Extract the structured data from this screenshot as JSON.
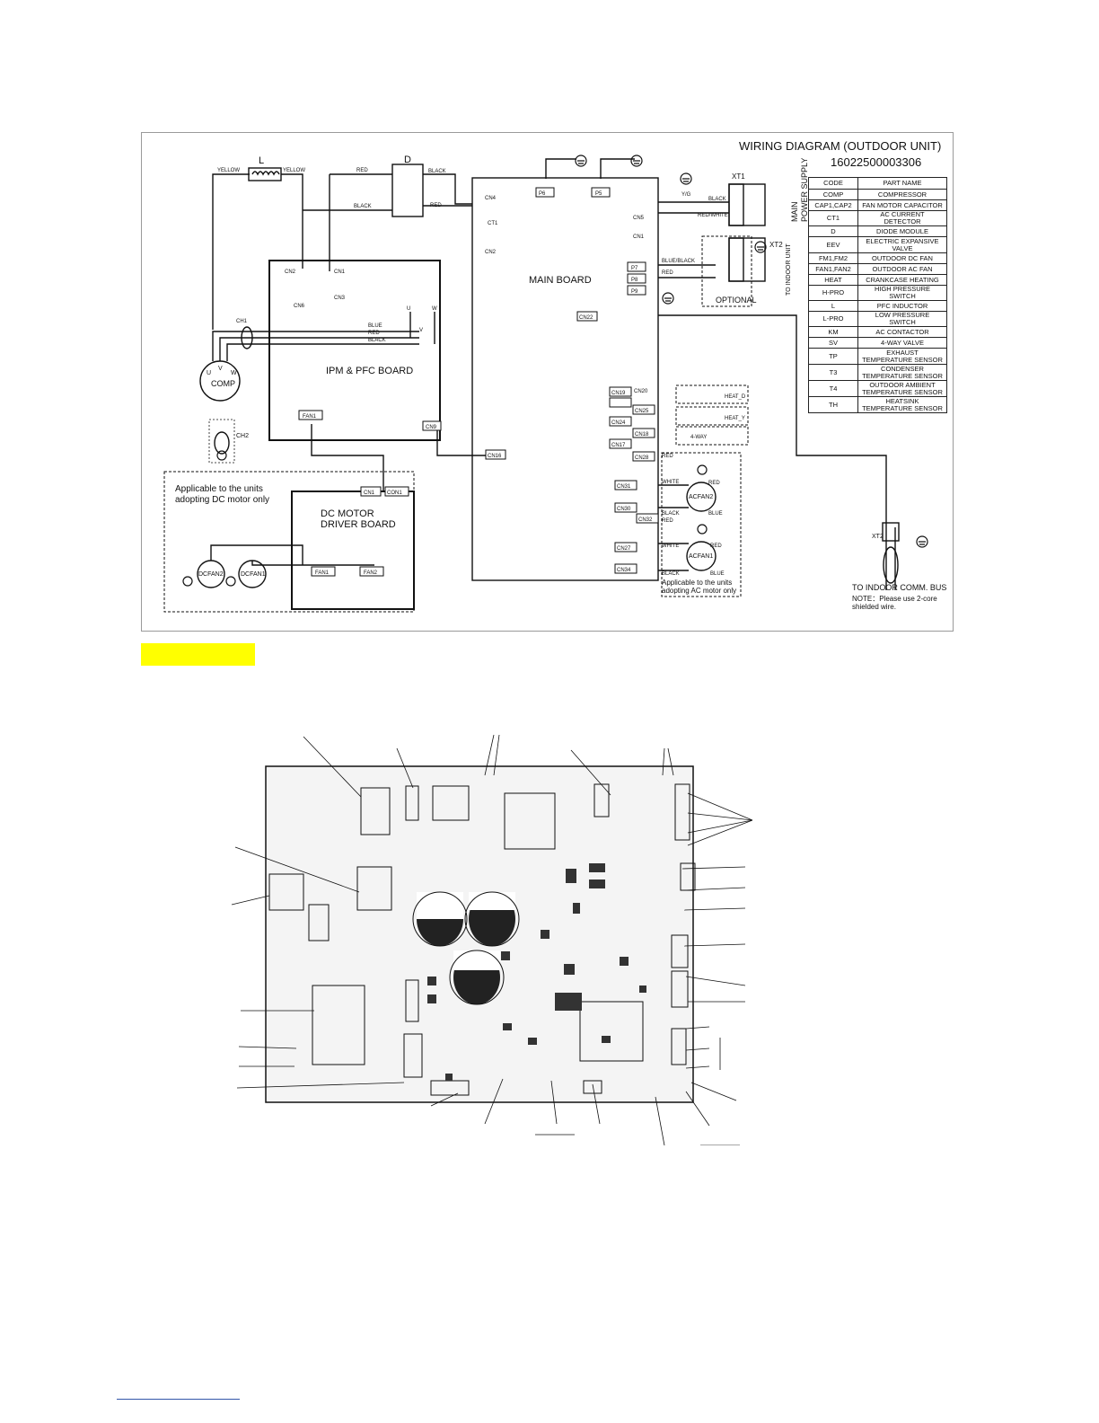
{
  "diagram": {
    "title": "WIRING DIAGRAM (OUTDOOR UNIT)",
    "code_number": "16022500003306",
    "boards": {
      "main": "MAIN BOARD",
      "ipm": "IPM & PFC BOARD",
      "dc_driver_line1": "DC MOTOR",
      "dc_driver_line2": "DRIVER BOARD"
    },
    "components": {
      "inductor": "L",
      "diode": "D",
      "compressor": "COMP",
      "comp_phases": [
        "U",
        "V",
        "W"
      ],
      "terminal_xt1": "XT1",
      "terminal_xt2": "XT2",
      "optional": "OPTIONAL",
      "heat_d": "HEAT_D",
      "heat_y": "HEAT_Y",
      "four_way": "4-WAY",
      "acfan2": "ACFAN2",
      "acfan1": "ACFAN1",
      "dcfan2": "DCFAN2",
      "dcfan1": "DCFAN1",
      "ch1": "CH1",
      "ch2": "CH2",
      "ct1": "CT1"
    },
    "connectors": {
      "cn1": "CN1",
      "cn2": "CN2",
      "cn3": "CN3",
      "cn4": "CN4",
      "cn5": "CN5",
      "cn6": "CN6",
      "cn9": "CN9",
      "cn16": "CN16",
      "cn17": "CN17",
      "cn18": "CN18",
      "cn19": "CN19",
      "cn20": "CN20",
      "cn22": "CN22",
      "cn24": "CN24",
      "cn25": "CN25",
      "cn27": "CN27",
      "cn28": "CN28",
      "cn30": "CN30",
      "cn31": "CN31",
      "cn32": "CN32",
      "cn34": "CN34",
      "con1": "CON1",
      "fan1": "FAN1",
      "fan2": "FAN2",
      "p5": "P5",
      "p6": "P6",
      "p7": "P7",
      "p8": "P8",
      "p9": "P9",
      "u": "U",
      "w": "W",
      "v": "V"
    },
    "wires": {
      "yellow": "YELLOW",
      "red": "RED",
      "black": "BLACK",
      "blue": "BLUE",
      "white": "WHITE",
      "yg": "Y/G",
      "red_white": "RED/WHITE",
      "blue_black": "BLUE/BLACK"
    },
    "side_labels": {
      "main_power_line1": "MAIN",
      "main_power_line2": "POWER SUPPLY",
      "to_indoor": "TO INDOOR UNIT",
      "indoor_bus": "TO INDOOR COMM. BUS"
    },
    "notes": {
      "dc_only_line1": "Applicable to the units",
      "dc_only_line2": "adopting DC  motor only",
      "ac_only_line1": "Applicable to the units",
      "ac_only_line2": "adopting AC  motor only",
      "shield_line1": "NOTE：Please use 2-core",
      "shield_line2": "shielded wire."
    },
    "legend": {
      "headers": [
        "CODE",
        "PART NAME"
      ],
      "rows": [
        [
          "COMP",
          "COMPRESSOR"
        ],
        [
          "CAP1,CAP2",
          "FAN MOTOR CAPACITOR"
        ],
        [
          "CT1",
          "AC CURRENT DETECTOR"
        ],
        [
          "D",
          "DIODE MODULE"
        ],
        [
          "EEV",
          "ELECTRIC EXPANSIVE VALVE"
        ],
        [
          "FM1,FM2",
          "OUTDOOR DC FAN"
        ],
        [
          "FAN1,FAN2",
          "OUTDOOR AC FAN"
        ],
        [
          "HEAT",
          "CRANKCASE HEATING"
        ],
        [
          "H-PRO",
          "HIGH PRESSURE SWITCH"
        ],
        [
          "L",
          "PFC INDUCTOR"
        ],
        [
          "L-PRO",
          "LOW PRESSURE SWITCH"
        ],
        [
          "KM",
          "AC CONTACTOR"
        ],
        [
          "SV",
          "4-WAY VALVE"
        ],
        [
          "TP",
          "EXHAUST TEMPERATURE SENSOR"
        ],
        [
          "T3",
          "CONDENSER TEMPERATURE SENSOR"
        ],
        [
          "T4",
          "OUTDOOR AMBIENT TEMPERATURE SENSOR"
        ],
        [
          "TH",
          "HEATSINK TEMPERATURE SENSOR"
        ]
      ]
    }
  },
  "colors": {
    "highlight": "#ffff00",
    "line": "#111111",
    "frame": "#9a9a9a",
    "footer_rule": "#3355aa"
  }
}
